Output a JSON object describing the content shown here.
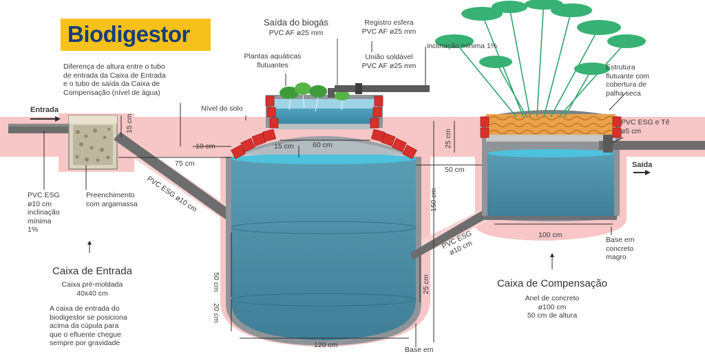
{
  "title": "Biodigestor",
  "labels": {
    "entrada": "Entrada",
    "saida": "Saída",
    "diferenca_altura": [
      "Diferença de altura entre o tubo",
      "de entrada da Caixa de Entrada",
      "e o tubo de saída da Caixa de",
      "Compensação (nível de água)"
    ],
    "nivel_solo": "Nível do solo",
    "plantas": [
      "Plantas aquáticas",
      "flutuantes"
    ],
    "saida_biogas": "Saída do biogás",
    "pvc_af_25_a": "PVC AF ø25 mm",
    "registro": [
      "Registro esfera",
      "PVC AF ø25 mm"
    ],
    "uniao": [
      "União soldável",
      "PVC AF ø25 mm"
    ],
    "inclinacao": "inclinação mínima 1%",
    "estrutura": [
      "Estrutura",
      "flutuante com",
      "cobertura de",
      "palha seca"
    ],
    "pvc_esg_te": [
      "PVC ESG e Tê",
      "ø5 cm"
    ],
    "pvc_esg_10_left": [
      "PVC ESG",
      "ø10 cm",
      "inclinação",
      "mínima",
      "1%"
    ],
    "preenchimento": [
      "Preenchimento",
      "com argamassa"
    ],
    "pvc_esg_diag_left": "PVC ESG ø10 cm",
    "pvc_esg_diag_right": [
      "PVC ESG",
      "ø10 cm"
    ],
    "base_concreto": [
      "Base em",
      "concreto",
      "magro"
    ],
    "base_em": "Base em"
  },
  "dimensions": {
    "d15_entrada": "15 cm",
    "d10": "10 cm",
    "d75": "75 cm",
    "d15_dome": "15 cm",
    "d60": "60 cm",
    "d25_top": "25 cm",
    "d150": "150 cm",
    "d50_h": "50 cm",
    "d50_v": "50 cm",
    "d20": "20 cm",
    "d120": "120 cm",
    "d25_side": "25 cm",
    "d100": "100 cm"
  },
  "caixa_entrada": {
    "heading": "Caixa de Entrada",
    "subtitle": [
      "Caixa pré-moldada",
      "40x40 cm"
    ],
    "description": [
      "A caixa de entrada do",
      "biodigestor se posiciona",
      "acima da cúpula para",
      "que o efluente chegue",
      "sempre por gravidade"
    ]
  },
  "caixa_compensacao": {
    "heading": "Caixa de Compensação",
    "subtitle": [
      "Anel de concreto",
      "ø100 cm",
      "50 cm de altura"
    ]
  },
  "colors": {
    "title_bg": "#f7c11b",
    "title_text": "#173d7a",
    "soil_glow": "#f7c6c6",
    "water": "#4d8fa6",
    "brick": "#d9302c",
    "wall": "#8e9498",
    "pipe": "#6d6d6d"
  }
}
